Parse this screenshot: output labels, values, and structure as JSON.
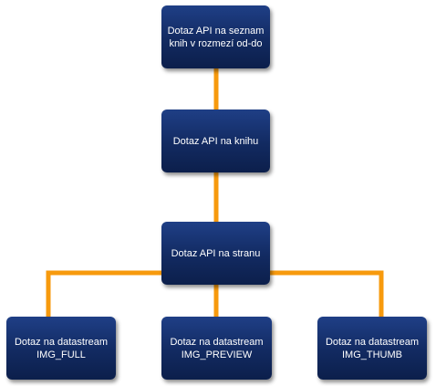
{
  "diagram": {
    "nodes": [
      {
        "id": "n1",
        "lines": [
          "Dotaz API na seznam",
          "knih v rozmezí od-do"
        ]
      },
      {
        "id": "n2",
        "lines": [
          "Dotaz API na knihu"
        ]
      },
      {
        "id": "n3",
        "lines": [
          "Dotaz API na stranu"
        ]
      },
      {
        "id": "n4",
        "lines": [
          "Dotaz na datastream",
          "IMG_FULL"
        ]
      },
      {
        "id": "n5",
        "lines": [
          "Dotaz na datastream",
          "IMG_PREVIEW"
        ]
      },
      {
        "id": "n6",
        "lines": [
          "Dotaz na datastream",
          "IMG_THUMB"
        ]
      }
    ],
    "edges": [
      {
        "from": "n1",
        "to": "n2"
      },
      {
        "from": "n2",
        "to": "n3"
      },
      {
        "from": "n3",
        "to": "n4"
      },
      {
        "from": "n3",
        "to": "n5"
      },
      {
        "from": "n3",
        "to": "n6"
      }
    ],
    "colors": {
      "connector": "#f79a0d",
      "node_fill": "#142d66",
      "node_text": "#ffffff"
    }
  }
}
